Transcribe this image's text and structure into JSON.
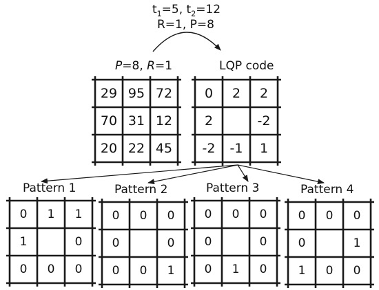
{
  "header": {
    "thresholds": {
      "t": "t",
      "s1": "1",
      "v1": "=5, ",
      "t2": "t",
      "s2": "2",
      "v2": "=12"
    },
    "params": "R=1, P=8"
  },
  "neighborhood": {
    "label_p": "P",
    "label_mid": "=8, ",
    "label_r": "R",
    "label_end": "=1",
    "values": [
      [
        "29",
        "95",
        "72"
      ],
      [
        "70",
        "31",
        "12"
      ],
      [
        "20",
        "22",
        "45"
      ]
    ]
  },
  "lqp": {
    "label": "LQP code",
    "values": [
      [
        "0",
        "2",
        "2"
      ],
      [
        "2",
        "",
        "-2"
      ],
      [
        "-2",
        "-1",
        "1"
      ]
    ]
  },
  "patterns": [
    {
      "label": "Pattern 1",
      "values": [
        [
          "0",
          "1",
          "1"
        ],
        [
          "1",
          "",
          "0"
        ],
        [
          "0",
          "0",
          "0"
        ]
      ]
    },
    {
      "label": "Pattern 2",
      "values": [
        [
          "0",
          "0",
          "0"
        ],
        [
          "0",
          "",
          "0"
        ],
        [
          "0",
          "0",
          "1"
        ]
      ]
    },
    {
      "label": "Pattern 3",
      "values": [
        [
          "0",
          "0",
          "0"
        ],
        [
          "0",
          "",
          "0"
        ],
        [
          "0",
          "1",
          "0"
        ]
      ]
    },
    {
      "label": "Pattern 4",
      "values": [
        [
          "0",
          "0",
          "0"
        ],
        [
          "0",
          "",
          "1"
        ],
        [
          "1",
          "0",
          "0"
        ]
      ]
    }
  ],
  "colors": {
    "line": "#1a1a1a",
    "text": "#111111"
  }
}
